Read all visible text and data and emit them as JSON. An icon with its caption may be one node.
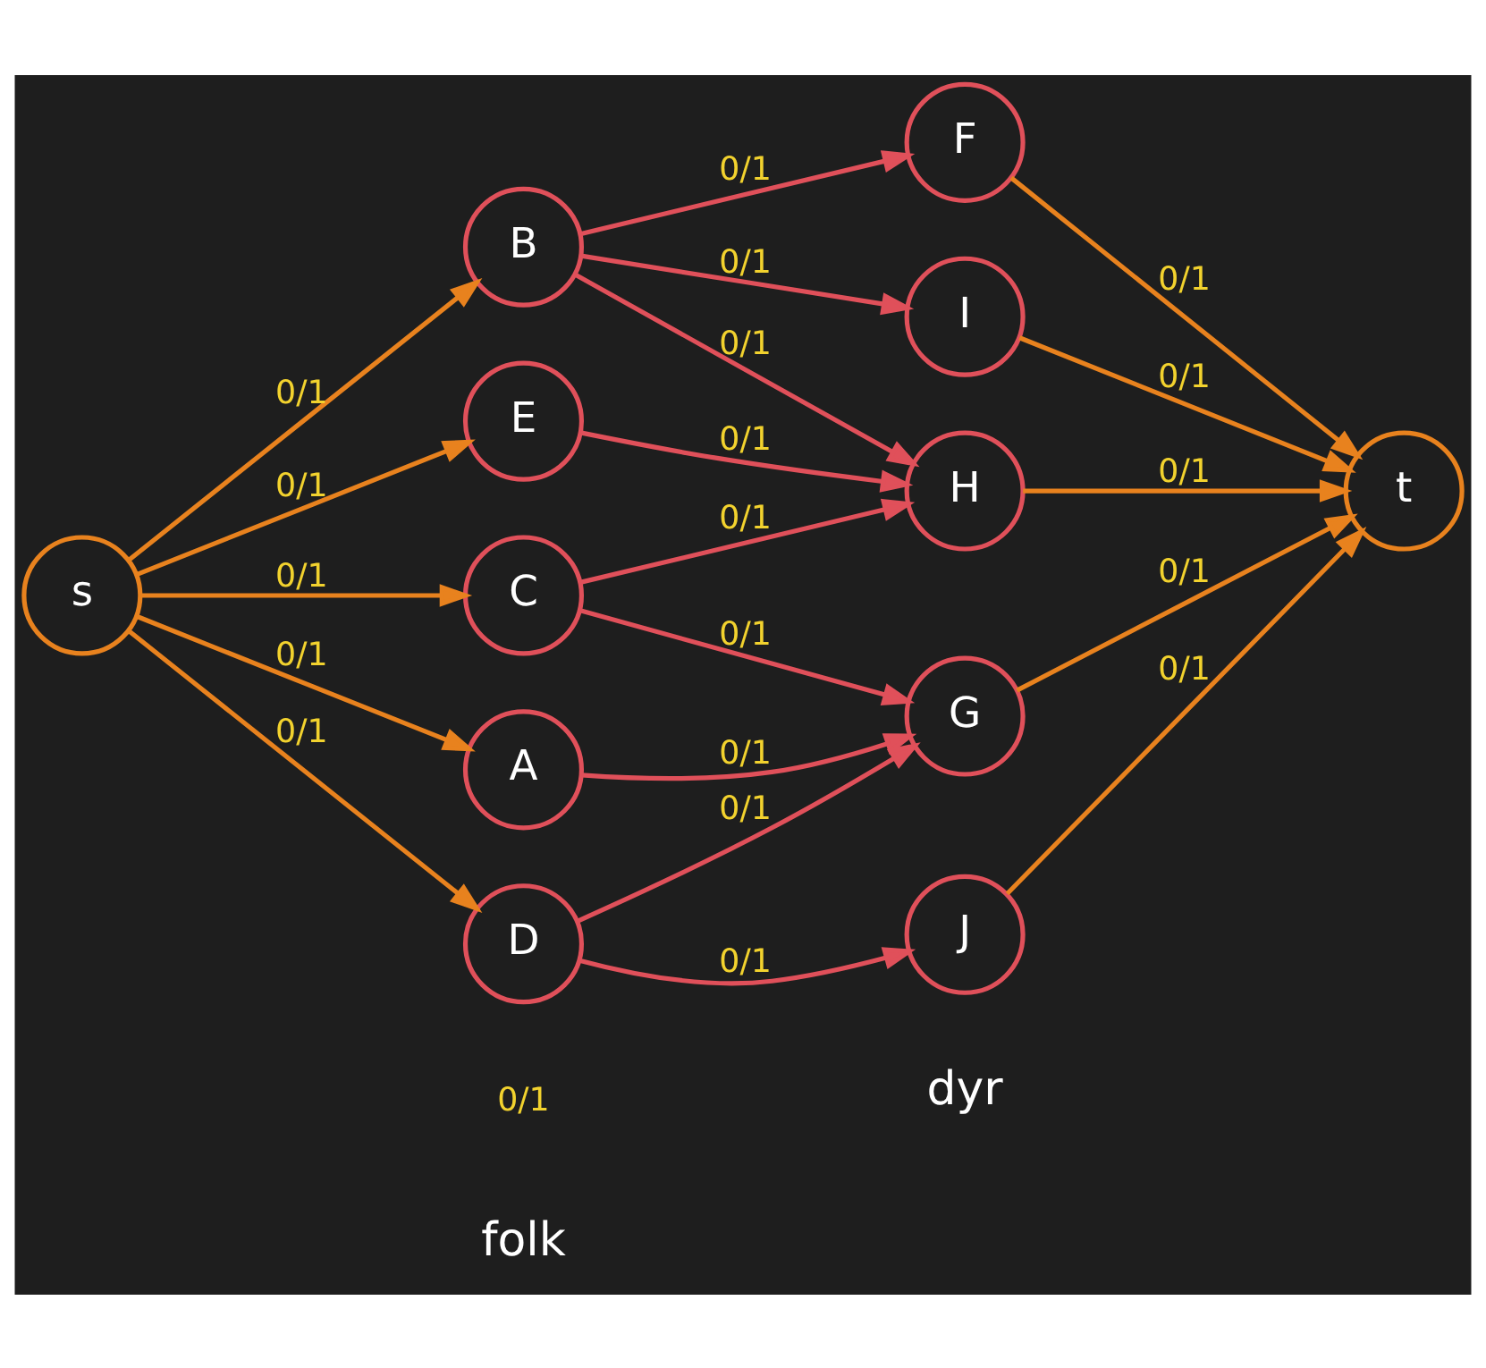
{
  "diagram": {
    "nodes": [
      {
        "text": [
          "s"
        ]
      },
      {
        "text": [
          "A"
        ]
      },
      {
        "text": [
          "B"
        ]
      },
      {
        "text": [
          "C"
        ]
      },
      {
        "text": [
          "D"
        ]
      },
      {
        "text": [
          "E"
        ]
      },
      {
        "text": [
          "F"
        ]
      },
      {
        "text": [
          "G"
        ]
      },
      {
        "text": [
          "H"
        ]
      },
      {
        "text": [
          "I"
        ]
      },
      {
        "text": [
          "J"
        ]
      },
      {
        "text": [
          "t"
        ]
      }
    ],
    "edges": [
      {
        "from": 0,
        "to": 1,
        "arrow": "to",
        "label": "0/1"
      },
      {
        "from": 0,
        "to": 2,
        "arrow": "to",
        "label": "0/1"
      },
      {
        "from": 0,
        "to": 3,
        "arrow": "to",
        "label": "0/1"
      },
      {
        "from": 0,
        "to": 4,
        "arrow": "to",
        "label": "0/1"
      },
      {
        "from": 0,
        "to": 5,
        "arrow": "to",
        "label": "0/1"
      },
      {
        "from": 1,
        "to": 7,
        "arrow": "to",
        "label": "0/1",
        "color": "#e0505a"
      },
      {
        "from": 2,
        "to": 6,
        "arrow": "to",
        "label": "0/1",
        "color": "#e0505a"
      },
      {
        "from": 2,
        "to": 8,
        "arrow": "to",
        "label": "0/1",
        "color": "#e0505a"
      },
      {
        "from": 2,
        "to": 9,
        "arrow": "to",
        "label": "0/1",
        "color": "#e0505a"
      },
      {
        "from": 3,
        "to": 7,
        "arrow": "to",
        "label": "0/1",
        "color": "#e0505a"
      },
      {
        "from": 3,
        "to": 8,
        "arrow": "to",
        "label": "0/1",
        "color": "#e0505a"
      },
      {
        "from": 4,
        "to": 7,
        "arrow": "to",
        "label": "0/1",
        "color": "#e0505a"
      },
      {
        "from": 4,
        "to": 10,
        "arrow": "to",
        "label": "0/1",
        "color": "#e0505a"
      },
      {
        "from": 5,
        "to": 8,
        "arrow": "to",
        "label": "0/1",
        "color": "#e0505a"
      },
      {
        "from": 6,
        "to": 11,
        "arrow": "to",
        "label": "0/1"
      },
      {
        "from": 7,
        "to": 11,
        "arrow": "to",
        "label": "0/1"
      },
      {
        "from": 8,
        "to": 11,
        "arrow": "to",
        "label": "0/1"
      },
      {
        "from": 9,
        "to": 11,
        "arrow": "to",
        "label": "0/1"
      },
      {
        "from": 10,
        "to": 11,
        "arrow": "to",
        "label": "0/1"
      }
    ],
    "labels": [
      "folk",
      "dyr",
      "0/1"
    ]
  }
}
